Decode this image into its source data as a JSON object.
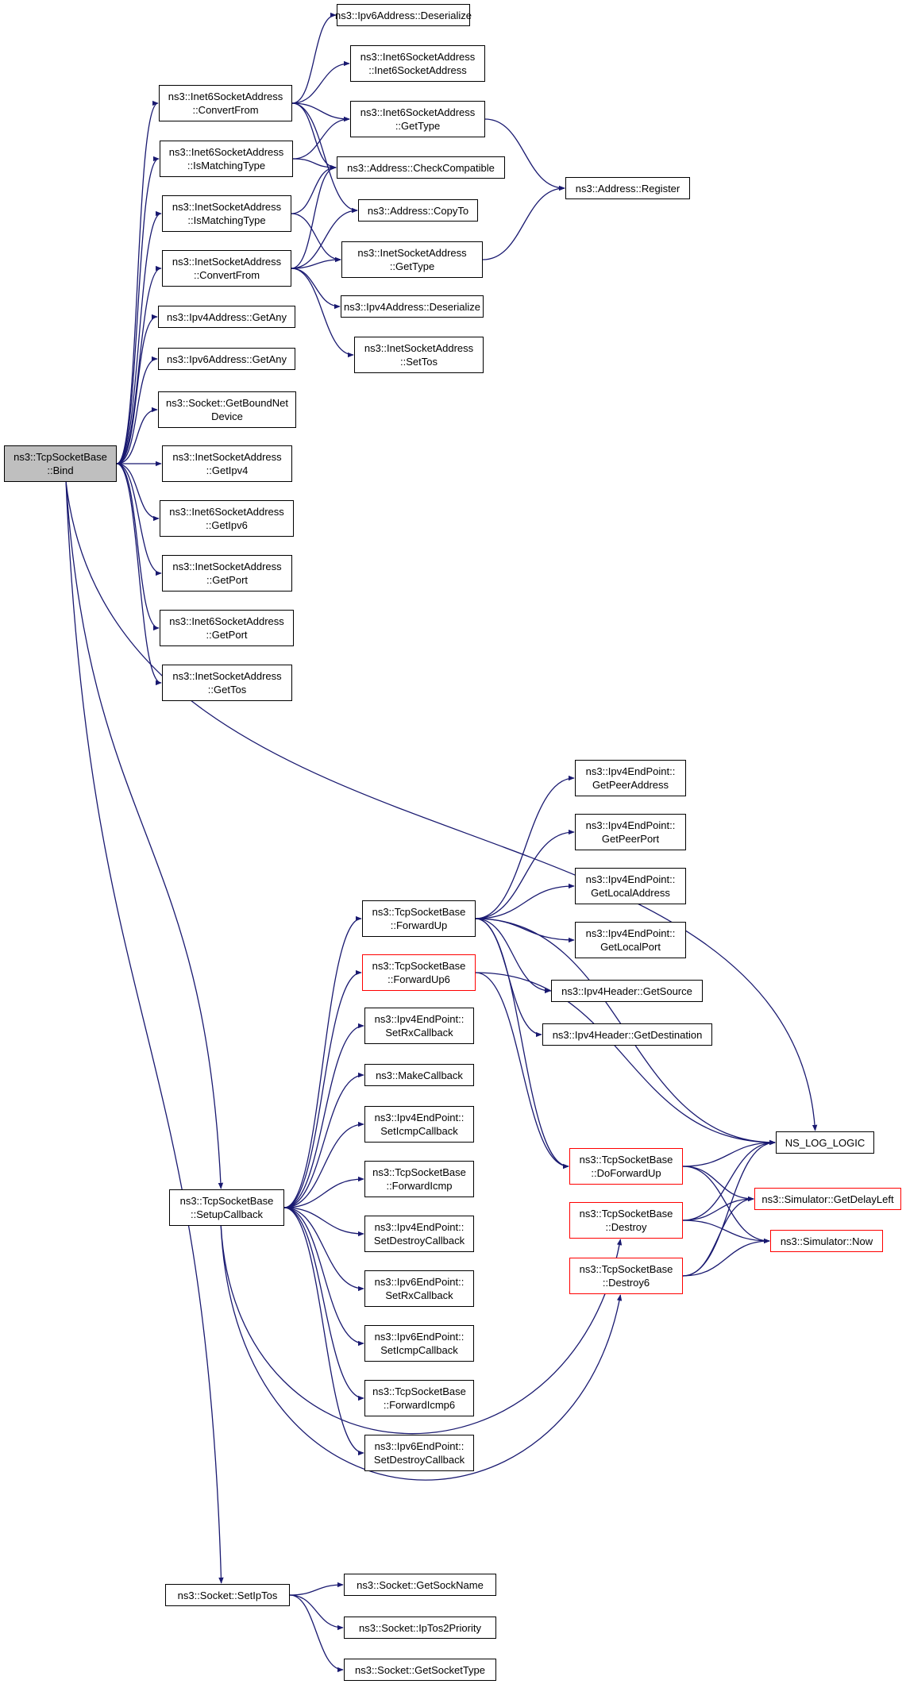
{
  "diagram": {
    "colors": {
      "edge": "#191970",
      "node_border": "#000000",
      "highlight_border": "#ff0000",
      "root_fill": "#bfbfbf",
      "background": "#ffffff"
    },
    "nodes": {
      "bind": {
        "lines": [
          "ns3::TcpSocketBase",
          "::Bind"
        ],
        "style": "root"
      },
      "ipv6_deserialize": {
        "lines": [
          "ns3::Ipv6Address::Deserialize"
        ],
        "style": "normal"
      },
      "inet6_ctor": {
        "lines": [
          "ns3::Inet6SocketAddress",
          "::Inet6SocketAddress"
        ],
        "style": "normal"
      },
      "inet6_gettype": {
        "lines": [
          "ns3::Inet6SocketAddress",
          "::GetType"
        ],
        "style": "normal"
      },
      "addr_checkcompat": {
        "lines": [
          "ns3::Address::CheckCompatible"
        ],
        "style": "normal"
      },
      "addr_register": {
        "lines": [
          "ns3::Address::Register"
        ],
        "style": "normal"
      },
      "addr_copyto": {
        "lines": [
          "ns3::Address::CopyTo"
        ],
        "style": "normal"
      },
      "inet_gettype": {
        "lines": [
          "ns3::InetSocketAddress",
          "::GetType"
        ],
        "style": "normal"
      },
      "ipv4_deserialize": {
        "lines": [
          "ns3::Ipv4Address::Deserialize"
        ],
        "style": "normal"
      },
      "inet_settos": {
        "lines": [
          "ns3::InetSocketAddress",
          "::SetTos"
        ],
        "style": "normal"
      },
      "inet6_convertfrom": {
        "lines": [
          "ns3::Inet6SocketAddress",
          "::ConvertFrom"
        ],
        "style": "normal"
      },
      "inet6_ismatching": {
        "lines": [
          "ns3::Inet6SocketAddress",
          "::IsMatchingType"
        ],
        "style": "normal"
      },
      "inet_ismatching": {
        "lines": [
          "ns3::InetSocketAddress",
          "::IsMatchingType"
        ],
        "style": "normal"
      },
      "inet_convertfrom": {
        "lines": [
          "ns3::InetSocketAddress",
          "::ConvertFrom"
        ],
        "style": "normal"
      },
      "ipv4_getany": {
        "lines": [
          "ns3::Ipv4Address::GetAny"
        ],
        "style": "normal"
      },
      "ipv6_getany": {
        "lines": [
          "ns3::Ipv6Address::GetAny"
        ],
        "style": "normal"
      },
      "socket_getboundnetdevice": {
        "lines": [
          "ns3::Socket::GetBoundNet",
          "Device"
        ],
        "style": "normal"
      },
      "inet_getipv4": {
        "lines": [
          "ns3::InetSocketAddress",
          "::GetIpv4"
        ],
        "style": "normal"
      },
      "inet6_getipv6": {
        "lines": [
          "ns3::Inet6SocketAddress",
          "::GetIpv6"
        ],
        "style": "normal"
      },
      "inet_getport": {
        "lines": [
          "ns3::InetSocketAddress",
          "::GetPort"
        ],
        "style": "normal"
      },
      "inet6_getport": {
        "lines": [
          "ns3::Inet6SocketAddress",
          "::GetPort"
        ],
        "style": "normal"
      },
      "inet_gettos": {
        "lines": [
          "ns3::InetSocketAddress",
          "::GetTos"
        ],
        "style": "normal"
      },
      "ep4_getpeeraddress": {
        "lines": [
          "ns3::Ipv4EndPoint::",
          "GetPeerAddress"
        ],
        "style": "normal"
      },
      "ep4_getpeerport": {
        "lines": [
          "ns3::Ipv4EndPoint::",
          "GetPeerPort"
        ],
        "style": "normal"
      },
      "ep4_getlocaladdress": {
        "lines": [
          "ns3::Ipv4EndPoint::",
          "GetLocalAddress"
        ],
        "style": "normal"
      },
      "ep4_getlocalport": {
        "lines": [
          "ns3::Ipv4EndPoint::",
          "GetLocalPort"
        ],
        "style": "normal"
      },
      "ipv4hdr_getsource": {
        "lines": [
          "ns3::Ipv4Header::GetSource"
        ],
        "style": "normal"
      },
      "ipv4hdr_getdestination": {
        "lines": [
          "ns3::Ipv4Header::GetDestination"
        ],
        "style": "normal"
      },
      "forwardup": {
        "lines": [
          "ns3::TcpSocketBase",
          "::ForwardUp"
        ],
        "style": "normal"
      },
      "forwardup6": {
        "lines": [
          "ns3::TcpSocketBase",
          "::ForwardUp6"
        ],
        "style": "highlight"
      },
      "ep4_setrxcallback": {
        "lines": [
          "ns3::Ipv4EndPoint::",
          "SetRxCallback"
        ],
        "style": "normal"
      },
      "makecallback": {
        "lines": [
          "ns3::MakeCallback"
        ],
        "style": "normal"
      },
      "ep4_seticmpcallback": {
        "lines": [
          "ns3::Ipv4EndPoint::",
          "SetIcmpCallback"
        ],
        "style": "normal"
      },
      "forwardicmp": {
        "lines": [
          "ns3::TcpSocketBase",
          "::ForwardIcmp"
        ],
        "style": "normal"
      },
      "ep4_setdestroycallback": {
        "lines": [
          "ns3::Ipv4EndPoint::",
          "SetDestroyCallback"
        ],
        "style": "normal"
      },
      "ep6_setrxcallback": {
        "lines": [
          "ns3::Ipv6EndPoint::",
          "SetRxCallback"
        ],
        "style": "normal"
      },
      "ep6_seticmpcallback": {
        "lines": [
          "ns3::Ipv6EndPoint::",
          "SetIcmpCallback"
        ],
        "style": "normal"
      },
      "forwardicmp6": {
        "lines": [
          "ns3::TcpSocketBase",
          "::ForwardIcmp6"
        ],
        "style": "normal"
      },
      "ep6_setdestroycallback": {
        "lines": [
          "ns3::Ipv6EndPoint::",
          "SetDestroyCallback"
        ],
        "style": "normal"
      },
      "setupcallback": {
        "lines": [
          "ns3::TcpSocketBase",
          "::SetupCallback"
        ],
        "style": "normal"
      },
      "doforwardup": {
        "lines": [
          "ns3::TcpSocketBase",
          "::DoForwardUp"
        ],
        "style": "highlight"
      },
      "destroy": {
        "lines": [
          "ns3::TcpSocketBase",
          "::Destroy"
        ],
        "style": "highlight"
      },
      "destroy6": {
        "lines": [
          "ns3::TcpSocketBase",
          "::Destroy6"
        ],
        "style": "highlight"
      },
      "ns_log_logic": {
        "lines": [
          "NS_LOG_LOGIC"
        ],
        "style": "normal"
      },
      "sim_getdelayleft": {
        "lines": [
          "ns3::Simulator::GetDelayLeft"
        ],
        "style": "highlight"
      },
      "sim_now": {
        "lines": [
          "ns3::Simulator::Now"
        ],
        "style": "highlight"
      },
      "socket_setiptos": {
        "lines": [
          "ns3::Socket::SetIpTos"
        ],
        "style": "normal"
      },
      "socket_getsockname": {
        "lines": [
          "ns3::Socket::GetSockName"
        ],
        "style": "normal"
      },
      "socket_iptos2priority": {
        "lines": [
          "ns3::Socket::IpTos2Priority"
        ],
        "style": "normal"
      },
      "socket_getsockettype": {
        "lines": [
          "ns3::Socket::GetSocketType"
        ],
        "style": "normal"
      }
    },
    "edges": [
      [
        "bind",
        "inet6_convertfrom"
      ],
      [
        "bind",
        "inet6_ismatching"
      ],
      [
        "bind",
        "inet_ismatching"
      ],
      [
        "bind",
        "inet_convertfrom"
      ],
      [
        "bind",
        "ipv4_getany"
      ],
      [
        "bind",
        "ipv6_getany"
      ],
      [
        "bind",
        "socket_getboundnetdevice"
      ],
      [
        "bind",
        "inet_getipv4"
      ],
      [
        "bind",
        "inet6_getipv6"
      ],
      [
        "bind",
        "inet_getport"
      ],
      [
        "bind",
        "inet6_getport"
      ],
      [
        "bind",
        "inet_gettos"
      ],
      [
        "bind",
        "ns_log_logic"
      ],
      [
        "bind",
        "setupcallback"
      ],
      [
        "bind",
        "socket_setiptos"
      ],
      [
        "inet6_convertfrom",
        "ipv6_deserialize"
      ],
      [
        "inet6_convertfrom",
        "inet6_ctor"
      ],
      [
        "inet6_convertfrom",
        "inet6_gettype"
      ],
      [
        "inet6_convertfrom",
        "addr_checkcompat"
      ],
      [
        "inet6_convertfrom",
        "addr_copyto"
      ],
      [
        "inet6_ismatching",
        "inet6_gettype"
      ],
      [
        "inet6_ismatching",
        "addr_checkcompat"
      ],
      [
        "inet_ismatching",
        "addr_checkcompat"
      ],
      [
        "inet_ismatching",
        "inet_gettype"
      ],
      [
        "inet_convertfrom",
        "addr_checkcompat"
      ],
      [
        "inet_convertfrom",
        "addr_copyto"
      ],
      [
        "inet_convertfrom",
        "inet_gettype"
      ],
      [
        "inet_convertfrom",
        "ipv4_deserialize"
      ],
      [
        "inet_convertfrom",
        "inet_settos"
      ],
      [
        "inet6_gettype",
        "addr_register"
      ],
      [
        "inet_gettype",
        "addr_register"
      ],
      [
        "setupcallback",
        "forwardup"
      ],
      [
        "setupcallback",
        "forwardup6"
      ],
      [
        "setupcallback",
        "ep4_setrxcallback"
      ],
      [
        "setupcallback",
        "makecallback"
      ],
      [
        "setupcallback",
        "ep4_seticmpcallback"
      ],
      [
        "setupcallback",
        "forwardicmp"
      ],
      [
        "setupcallback",
        "ep4_setdestroycallback"
      ],
      [
        "setupcallback",
        "ep6_setrxcallback"
      ],
      [
        "setupcallback",
        "ep6_seticmpcallback"
      ],
      [
        "setupcallback",
        "forwardicmp6"
      ],
      [
        "setupcallback",
        "ep6_setdestroycallback"
      ],
      [
        "setupcallback",
        "destroy"
      ],
      [
        "setupcallback",
        "destroy6"
      ],
      [
        "forwardup",
        "ep4_getpeeraddress"
      ],
      [
        "forwardup",
        "ep4_getpeerport"
      ],
      [
        "forwardup",
        "ep4_getlocaladdress"
      ],
      [
        "forwardup",
        "ep4_getlocalport"
      ],
      [
        "forwardup",
        "ipv4hdr_getsource"
      ],
      [
        "forwardup",
        "ipv4hdr_getdestination"
      ],
      [
        "forwardup",
        "ns_log_logic"
      ],
      [
        "forwardup",
        "doforwardup"
      ],
      [
        "forwardup6",
        "ns_log_logic"
      ],
      [
        "forwardup6",
        "doforwardup"
      ],
      [
        "doforwardup",
        "ns_log_logic"
      ],
      [
        "doforwardup",
        "sim_getdelayleft"
      ],
      [
        "doforwardup",
        "sim_now"
      ],
      [
        "destroy",
        "ns_log_logic"
      ],
      [
        "destroy",
        "sim_getdelayleft"
      ],
      [
        "destroy",
        "sim_now"
      ],
      [
        "destroy6",
        "ns_log_logic"
      ],
      [
        "destroy6",
        "sim_getdelayleft"
      ],
      [
        "destroy6",
        "sim_now"
      ],
      [
        "socket_setiptos",
        "socket_getsockname"
      ],
      [
        "socket_setiptos",
        "socket_iptos2priority"
      ],
      [
        "socket_setiptos",
        "socket_getsockettype"
      ]
    ]
  }
}
